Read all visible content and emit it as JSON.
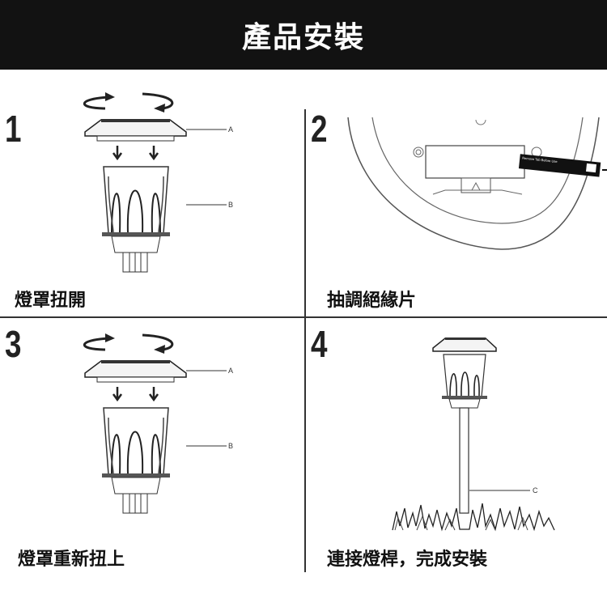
{
  "header": {
    "title": "產品安裝"
  },
  "steps": [
    {
      "number": "1",
      "caption": "燈罩扭開",
      "labels": [
        "A",
        "B"
      ]
    },
    {
      "number": "2",
      "caption": "抽調絕緣片",
      "tab_text": "Remove Tab Before Use"
    },
    {
      "number": "3",
      "caption": "燈罩重新扭上",
      "labels": [
        "A",
        "B"
      ]
    },
    {
      "number": "4",
      "caption": "連接燈桿，完成安裝",
      "labels": [
        "C"
      ]
    }
  ],
  "colors": {
    "header_bg": "#121212",
    "header_text": "#ffffff",
    "line": "#333333"
  }
}
